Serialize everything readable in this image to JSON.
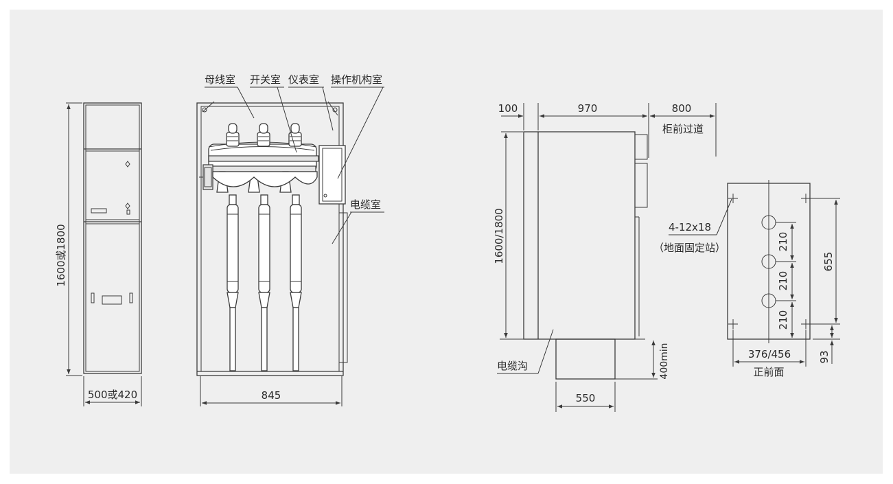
{
  "front_view": {
    "height_label": "1600或1800",
    "width_label": "500或420"
  },
  "section_view": {
    "busbar_room": "母线室",
    "switch_room": "开关室",
    "instrument_room": "仪表室",
    "mechanism_room": "操作机构室",
    "cable_room": "电缆室",
    "width_label": "845"
  },
  "side_view": {
    "dim_top_left": "100",
    "dim_top_mid": "970",
    "dim_top_right": "800",
    "aisle_label": "柜前过道",
    "height_label": "1600/1800",
    "trench_label": "电缆沟",
    "trench_depth": "400min",
    "trench_width": "550"
  },
  "base_plan": {
    "holes_label": "4-12x18",
    "holes_note": "（地面固定站）",
    "spacing_1": "210",
    "spacing_2": "210",
    "spacing_3": "210",
    "depth_label": "655",
    "offset_label": "93",
    "width_label": "376/456",
    "front_label": "正前面"
  }
}
